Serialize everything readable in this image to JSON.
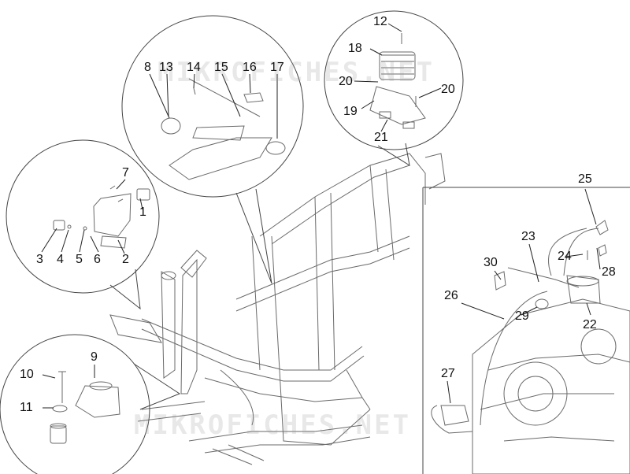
{
  "watermark": {
    "text": "MIKROFICHES.NET"
  },
  "parts": {
    "p1": "1",
    "p2": "2",
    "p3": "3",
    "p4": "4",
    "p5": "5",
    "p6": "6",
    "p7": "7",
    "p8": "8",
    "p9": "9",
    "p10": "10",
    "p11": "11",
    "p12": "12",
    "p13": "13",
    "p14": "14",
    "p15": "15",
    "p16": "16",
    "p17": "17",
    "p18": "18",
    "p19": "19",
    "p20a": "20",
    "p20b": "20",
    "p21": "21",
    "p22": "22",
    "p23": "23",
    "p24": "24",
    "p25": "25",
    "p26": "26",
    "p27": "27",
    "p28": "28",
    "p29": "29",
    "p30": "30"
  },
  "colors": {
    "line": "#555555",
    "leader": "#222222",
    "text": "#111111",
    "watermark": "#c8c8c8"
  }
}
